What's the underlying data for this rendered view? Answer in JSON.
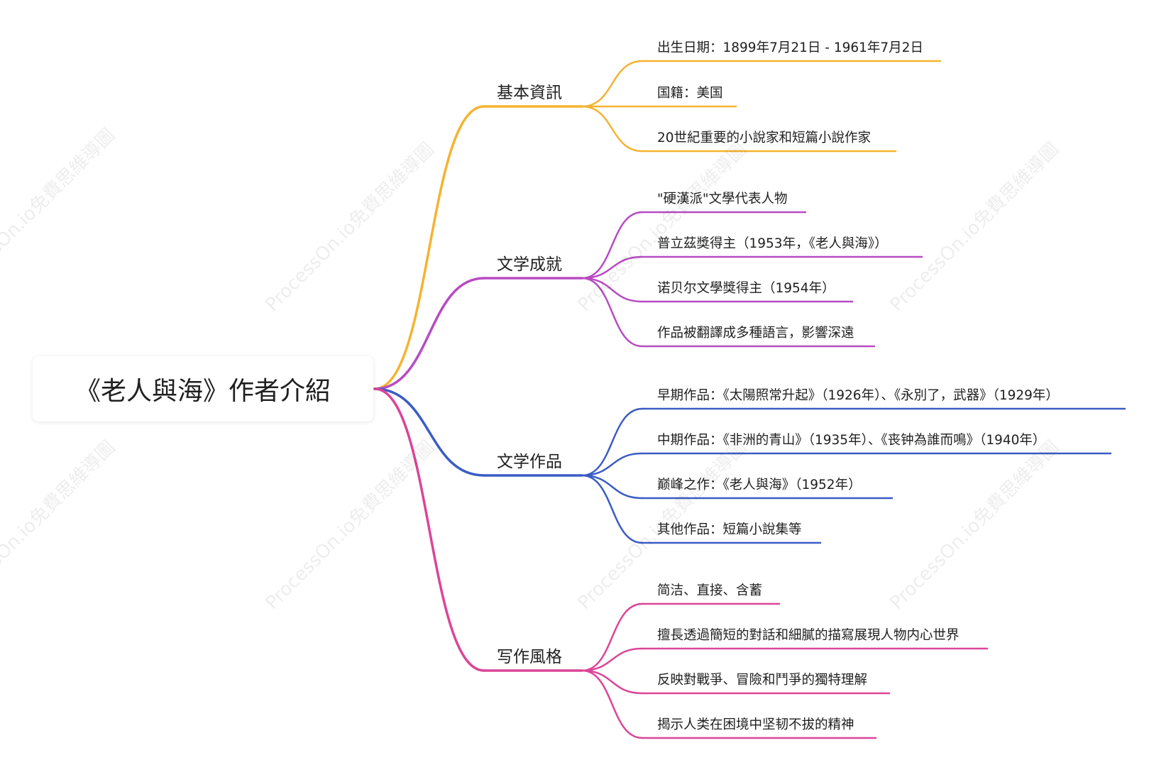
{
  "root": {
    "title": "《老人與海》作者介紹"
  },
  "watermark": "ProcessOn.io免費思維導圖",
  "branches": [
    {
      "label": "基本資訊",
      "color": "#f5b330",
      "leaves": [
        "出生日期：1899年7月21日 - 1961年7月2日",
        "国籍：美国",
        "20世紀重要的小說家和短篇小說作家"
      ]
    },
    {
      "label": "文学成就",
      "color": "#b84bc4",
      "leaves": [
        "\"硬漢派\"文學代表人物",
        "普立茲獎得主（1953年，《老人與海》）",
        "诺贝尔文學獎得主（1954年）",
        "作品被翻譯成多種語言，影響深遠"
      ]
    },
    {
      "label": "文学作品",
      "color": "#3b5cc4",
      "leaves": [
        "早期作品：《太陽照常升起》（1926年）、《永別了，武器》（1929年）",
        "中期作品：《非洲的青山》（1935年）、《丧钟為誰而鳴》（1940年）",
        "巅峰之作：《老人與海》（1952年）",
        "其他作品：短篇小說集等"
      ]
    },
    {
      "label": "写作風格",
      "color": "#db4598",
      "leaves": [
        "简洁、直接、含蓄",
        "擅長透過簡短的對話和細膩的描寫展現人物内心世界",
        "反映對戰爭、冒險和鬥爭的獨特理解",
        "揭示人类在困境中坚韧不拔的精神"
      ]
    }
  ]
}
